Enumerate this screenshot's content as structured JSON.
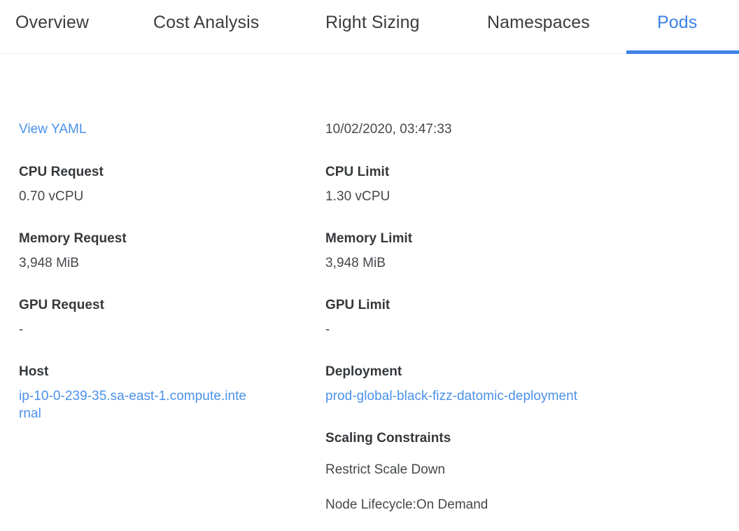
{
  "tabs": [
    {
      "label": "Overview",
      "active": false
    },
    {
      "label": "Cost Analysis",
      "active": false
    },
    {
      "label": "Right Sizing",
      "active": false
    },
    {
      "label": "Namespaces",
      "active": false
    },
    {
      "label": "Pods",
      "active": true
    }
  ],
  "colors": {
    "accent": "#3b82e8",
    "link": "#4b91ea",
    "label_text": "#35383b",
    "value_text": "#44484c",
    "divider": "#eceef0",
    "background": "#ffffff"
  },
  "left_column": {
    "view_yaml_link": "View YAML",
    "fields": [
      {
        "label": "CPU Request",
        "value": "0.70 vCPU"
      },
      {
        "label": "Memory Request",
        "value": "3,948 MiB"
      },
      {
        "label": "GPU Request",
        "value": "-"
      },
      {
        "label": "Host",
        "value": "ip-10-0-239-35.sa-east-1.compute.internal"
      }
    ]
  },
  "right_column": {
    "timestamp": "10/02/2020, 03:47:33",
    "fields": [
      {
        "label": "CPU Limit",
        "value": "1.30 vCPU"
      },
      {
        "label": "Memory Limit",
        "value": "3,948 MiB"
      },
      {
        "label": "GPU Limit",
        "value": "-"
      },
      {
        "label": "Deployment",
        "value": "prod-global-black-fizz-datomic-deployment"
      }
    ],
    "scaling_constraints": {
      "label": "Scaling Constraints",
      "items": [
        "Restrict Scale Down",
        "Node Lifecycle:On Demand"
      ]
    }
  }
}
